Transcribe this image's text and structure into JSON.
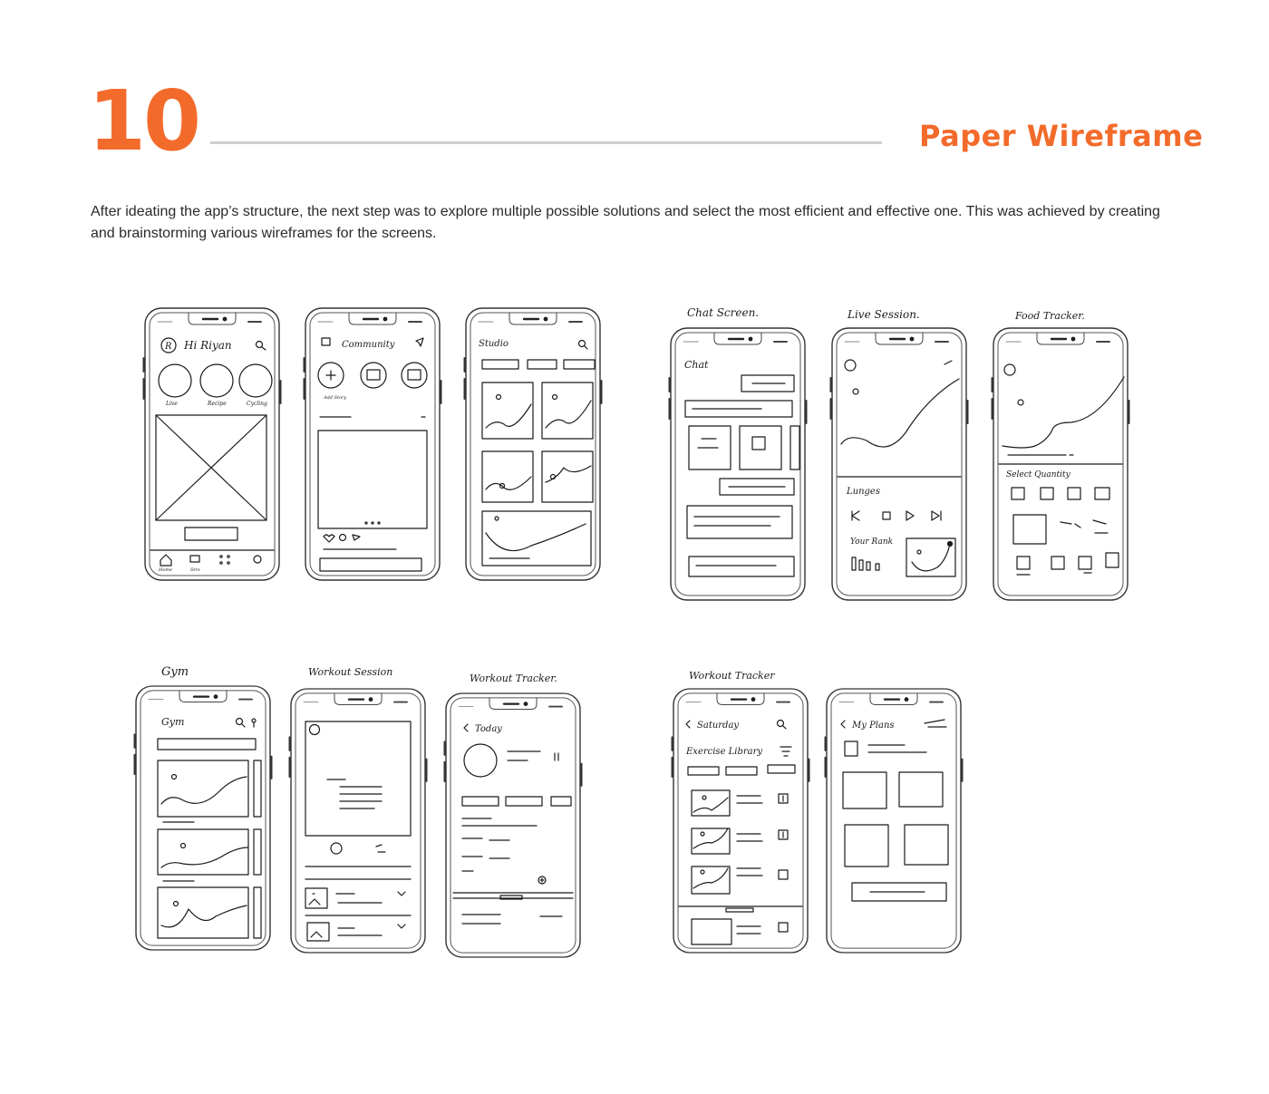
{
  "header": {
    "section_number": "10",
    "section_title": "Paper  Wireframe"
  },
  "intro": {
    "text": "After ideating the app’s structure, the next step was to explore multiple possible solutions and select the most efficient and effective one. This was achieved by creating and brainstorming various wireframes for the screens."
  },
  "captions": {
    "chat": "Chat Screen.",
    "live": "Live Session.",
    "food": "Food Tracker.",
    "gym": "Gym",
    "workout_session": "Workout Session",
    "workout_tracker": "Workout Tracker.",
    "workout_tracker2": "Workout Tracker"
  },
  "screens": {
    "home": {
      "greeting": "Hi Riyan",
      "avatar_letter": "R",
      "circles": [
        "Live",
        "Recipe",
        "Cycling"
      ],
      "tabs": [
        "Home",
        "Stre"
      ]
    },
    "community": {
      "title": "Community",
      "add_story": "Add Story"
    },
    "studio": {
      "title": "Studio"
    },
    "chat": {
      "title": "Chat"
    },
    "live": {
      "section": "Lunges",
      "rank": "Your Rank"
    },
    "food": {
      "label": "Select Quantity"
    },
    "gym": {
      "title": "Gym"
    },
    "tracker": {
      "title": "Today"
    },
    "library": {
      "day": "Saturday",
      "section": "Exercise Library"
    },
    "plans": {
      "title": "My Plans"
    }
  },
  "colors": {
    "accent": "#f36b2b",
    "rule": "#cfcfcf",
    "sketch": "#1a1a1a"
  }
}
